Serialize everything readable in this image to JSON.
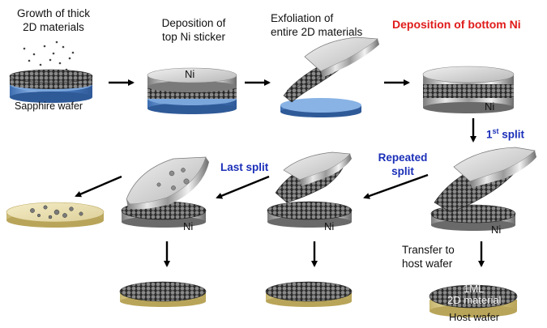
{
  "labels": {
    "growth_line1": "Growth of thick",
    "growth_line2": "2D materials",
    "deposition_top_line1": "Deposition of",
    "deposition_top_line2": "top Ni sticker",
    "exfoliation_line1": "Exfoliation of",
    "exfoliation_line2": "entire 2D materials",
    "deposition_bottom": "Deposition of bottom Ni",
    "sapphire": "Sapphire wafer",
    "first_split_num": "1",
    "first_split_sup": "st",
    "first_split_rest": " split",
    "repeated_line1": "Repeated",
    "repeated_line2": "split",
    "last_split": "Last split",
    "transfer_line1": "Transfer to",
    "transfer_line2": "host wafer",
    "ml_line1": "1ML",
    "ml_line2": "2D material",
    "host_wafer": "Host wafer",
    "ni": "Ni"
  },
  "colors": {
    "label_red": "#e01b1b",
    "label_blue": "#1a2fb8",
    "sapphire": "#5b8fd0",
    "nickel": "#c9c9c9",
    "host": "#e8dca8",
    "graphene": "#4a4a4a"
  }
}
